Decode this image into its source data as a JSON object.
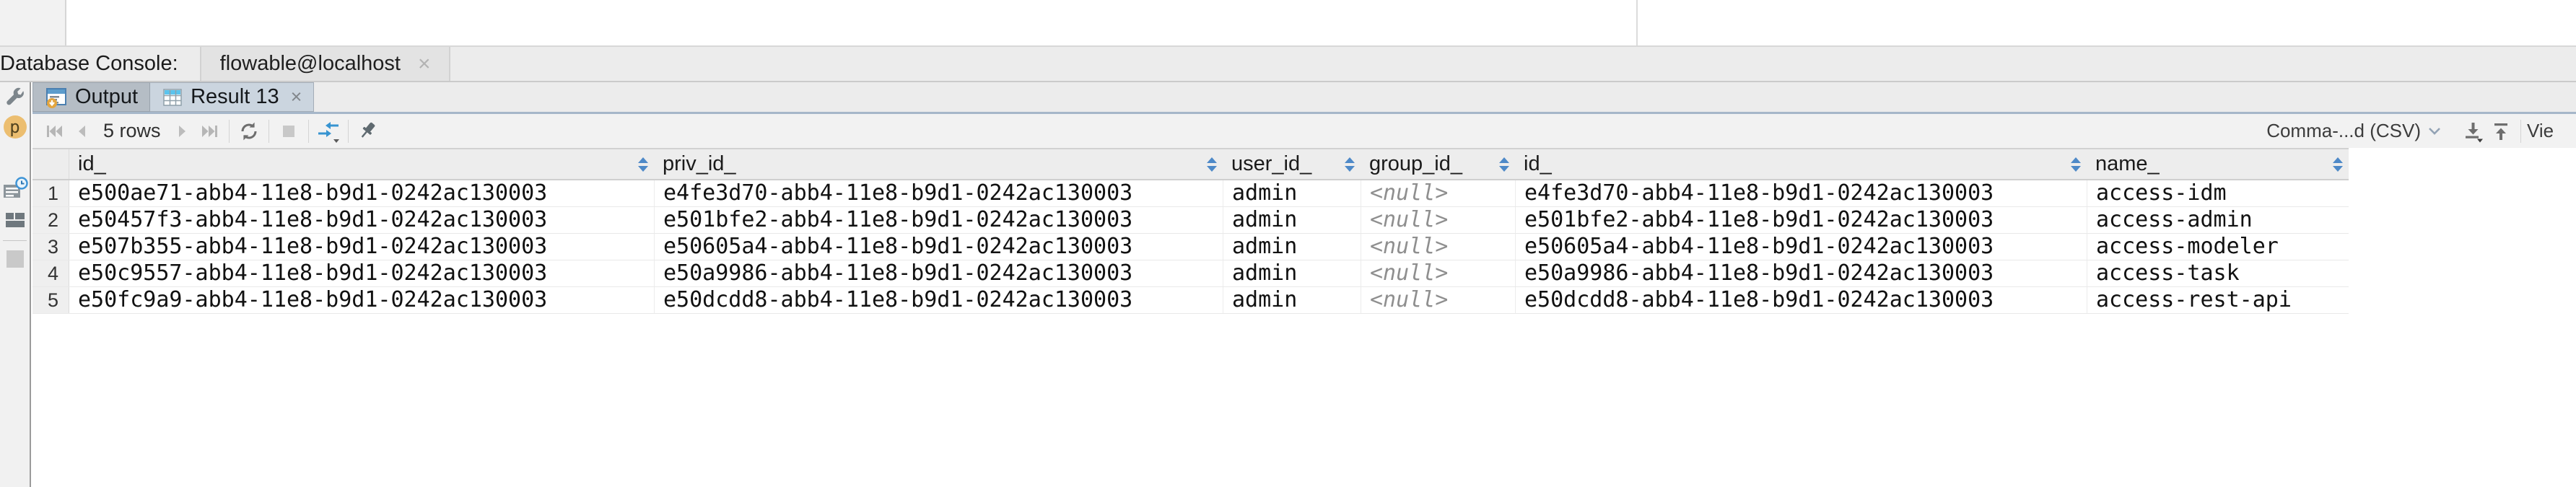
{
  "console_bar": {
    "label": "Database Console:",
    "tab": {
      "title": "flowable@localhost",
      "close": "×"
    }
  },
  "tool_tabs": {
    "output": {
      "label": "Output"
    },
    "result": {
      "label": "Result 13",
      "close": "×"
    }
  },
  "toolbar": {
    "rows_label": "5 rows",
    "export_format": "Comma-...d (CSV)",
    "view_label": "Vie"
  },
  "stripe": {
    "p_badge": "p"
  },
  "grid": {
    "columns": [
      {
        "label": "id_"
      },
      {
        "label": "priv_id_"
      },
      {
        "label": "user_id_"
      },
      {
        "label": "group_id_"
      },
      {
        "label": "id_"
      },
      {
        "label": "name_"
      }
    ],
    "rows": [
      {
        "num": "1",
        "cells": [
          "e500ae71-abb4-11e8-b9d1-0242ac130003",
          "e4fe3d70-abb4-11e8-b9d1-0242ac130003",
          "admin",
          "<null>",
          "e4fe3d70-abb4-11e8-b9d1-0242ac130003",
          "access-idm"
        ]
      },
      {
        "num": "2",
        "cells": [
          "e50457f3-abb4-11e8-b9d1-0242ac130003",
          "e501bfe2-abb4-11e8-b9d1-0242ac130003",
          "admin",
          "<null>",
          "e501bfe2-abb4-11e8-b9d1-0242ac130003",
          "access-admin"
        ]
      },
      {
        "num": "3",
        "cells": [
          "e507b355-abb4-11e8-b9d1-0242ac130003",
          "e50605a4-abb4-11e8-b9d1-0242ac130003",
          "admin",
          "<null>",
          "e50605a4-abb4-11e8-b9d1-0242ac130003",
          "access-modeler"
        ]
      },
      {
        "num": "4",
        "cells": [
          "e50c9557-abb4-11e8-b9d1-0242ac130003",
          "e50a9986-abb4-11e8-b9d1-0242ac130003",
          "admin",
          "<null>",
          "e50a9986-abb4-11e8-b9d1-0242ac130003",
          "access-task"
        ]
      },
      {
        "num": "5",
        "cells": [
          "e50fc9a9-abb4-11e8-b9d1-0242ac130003",
          "e50dcdd8-abb4-11e8-b9d1-0242ac130003",
          "admin",
          "<null>",
          "e50dcdd8-abb4-11e8-b9d1-0242ac130003",
          "access-rest-api"
        ]
      }
    ]
  },
  "colors": {
    "sort_arrow_blue": "#4e89c8",
    "compare_icon_blue": "#3794d1",
    "selected_tab": "#cbd5df",
    "tab_separator_line": "#a6b7c9",
    "header_bg": "#ededed",
    "stripe_border": "#9b9b9b",
    "null_text": "#8f8f8f"
  }
}
